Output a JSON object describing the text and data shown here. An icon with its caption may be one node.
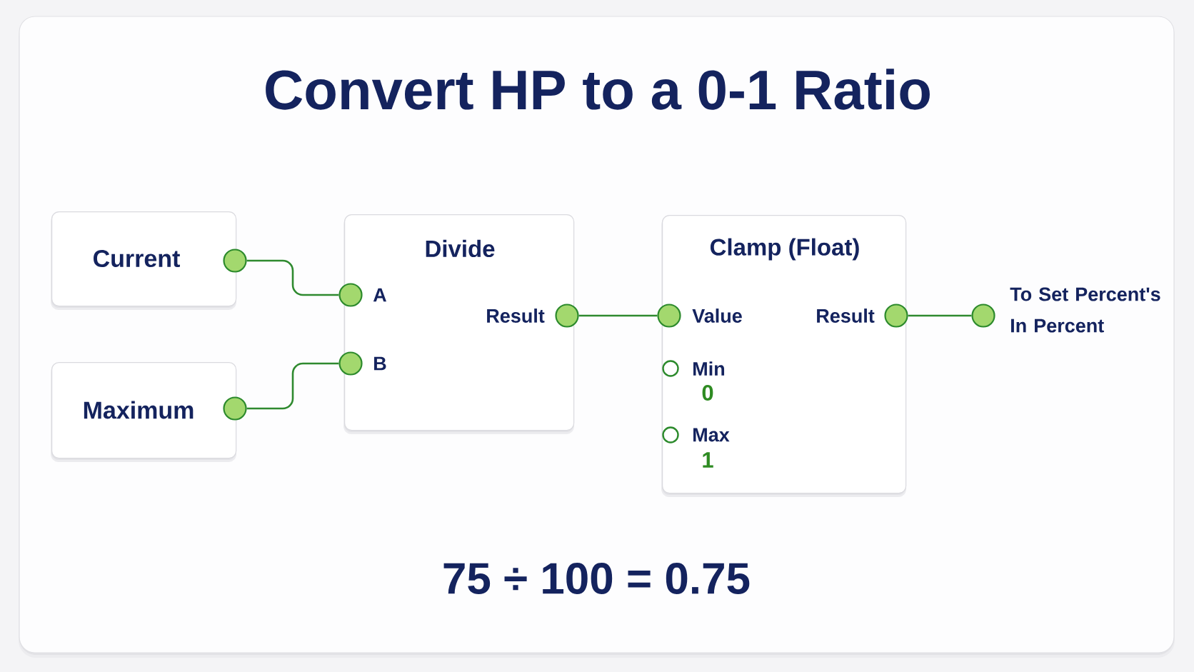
{
  "diagram": {
    "title": "Convert HP to a 0-1 Ratio",
    "nodes": [
      {
        "text": [
          "Current"
        ]
      },
      {
        "text": [],
        "shape": "circle"
      },
      {
        "text": [
          "Maximum"
        ]
      },
      {
        "text": [],
        "shape": "circle"
      },
      {
        "text": [
          "Divide"
        ]
      },
      {
        "text": [
          "A"
        ],
        "in": 4
      },
      {
        "text": [
          "B"
        ],
        "in": 4
      },
      {
        "text": [
          "Result"
        ],
        "in": 4
      },
      {
        "text": [
          "Clamp (Float)"
        ]
      },
      {
        "text": [
          "Value"
        ],
        "in": 8
      },
      {
        "text": [
          "Min",
          "0"
        ],
        "in": 8
      },
      {
        "text": [
          "Max",
          "1"
        ],
        "in": 8
      },
      {
        "text": [
          "Result"
        ],
        "in": 8
      },
      {
        "text": [
          "To Set Percent's In Percent"
        ]
      }
    ],
    "edges": [
      {
        "from": 1,
        "to": 5,
        "arrow": "none"
      },
      {
        "from": 3,
        "to": 6,
        "arrow": "none"
      },
      {
        "from": 7,
        "to": 9,
        "arrow": "none"
      },
      {
        "from": 12,
        "to": 13,
        "arrow": "none"
      }
    ],
    "labels": [
      "75 ÷ 100 = 0.75"
    ]
  }
}
